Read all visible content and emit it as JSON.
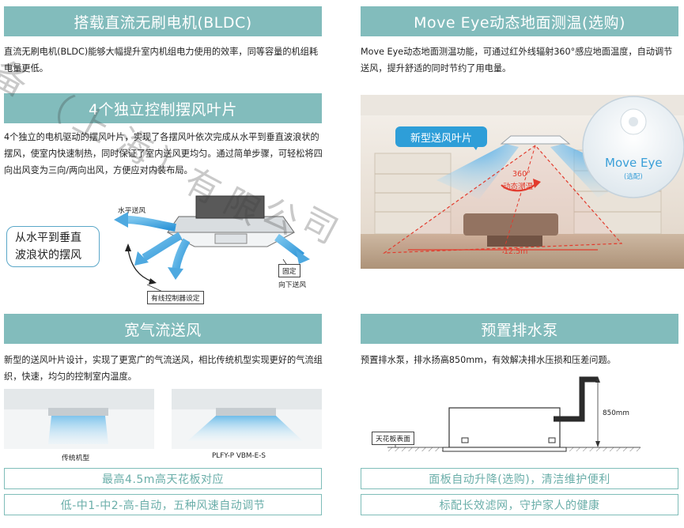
{
  "sections": {
    "bldc": {
      "title": "搭载直流无刷电机(BLDC)",
      "body": "直流无刷电机(BLDC)能够大幅提升室内机组电力使用的效率，同等容量的机组耗电量更低。"
    },
    "move_eye": {
      "title": "Move Eye动态地面测温(选购)",
      "body": "Move Eye动态地面测温功能，可通过红外线辐射360°感应地面温度，自动调节送风，提升舒适的同时节约了用电量。",
      "tag_vane": "新型送风叶片",
      "label_360": "360°",
      "label_dynamic": "动态测温",
      "distance": "12.5m",
      "sensor_name": "Move Eye",
      "sensor_option": "(选配)"
    },
    "vanes": {
      "title": "4个独立控制摆风叶片",
      "body": "4个独立的电机驱动的摆风叶片，实现了各摆风叶依次完成从水平到垂直波浪状的摆风，使室内快速制热，同时保证了室内送风更均匀。通过简单步骤，可轻松将四向出风变为三向/两向出风，方便应对内装布局。",
      "label_horizontal": "水平送风",
      "callout": "从水平到垂直波浪状的摆风",
      "label_fixed": "固定",
      "label_down": "向下送风",
      "label_controller": "有线控制器设定"
    },
    "airflow": {
      "title": "宽气流送风",
      "body": "新型的送风叶片设计，实现了更宽广的气流送风，相比传统机型实现更好的气流组织，快速，均匀的控制室内温度。",
      "label_traditional": "传统机型",
      "label_model": "PLFY-P VBM-E-S"
    },
    "pump": {
      "title": "预置排水泵",
      "body": "预置排水泵，排水扬高850mm，有效解决排水压损和压差问题。",
      "label_height": "850mm",
      "label_ceiling": "天花板表面"
    }
  },
  "banners": {
    "ceiling_height": "最高4.5m高天花板对应",
    "panel_lift": "面板自动升降(选购)，清洁维护便利",
    "fan_speeds": "低-中1-中2-高-自动，五种风速自动调节",
    "filter": "标配长效滤网，守护家人的健康"
  },
  "watermark": [
    "备",
    "（",
    "上",
    "海",
    "）",
    "有",
    "限",
    "公",
    "司"
  ],
  "colors": {
    "header_bg": "#82bcbc",
    "banner_border": "#7fbdb9",
    "banner_text": "#6aaea9",
    "arrow_blue": "#3fa3dc",
    "tag_blue": "#2e9ed8",
    "dynamic_red": "#e23a2c"
  }
}
